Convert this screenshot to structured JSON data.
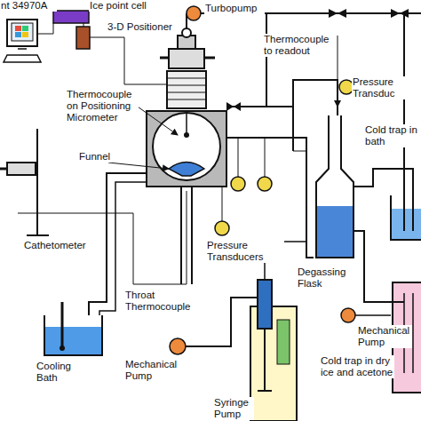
{
  "diagram": {
    "labels": [
      "nt 34970A",
      "Ice point cell",
      "3-D Positioner",
      "Turbopump",
      "Thermocouple to readout",
      "Thermocouple on Positioning Micrometer",
      "Pressure Transduc",
      "Funnel",
      "Cold trap in bath",
      "Pressure Transducers",
      "Cathetometer",
      "Degassing Flask",
      "Throat Thermocouple",
      "Cooling Bath",
      "Mechanical Pump",
      "Mechanical Pump",
      "Syringe Pump",
      "Cold trap in dry ice and acetone"
    ]
  }
}
